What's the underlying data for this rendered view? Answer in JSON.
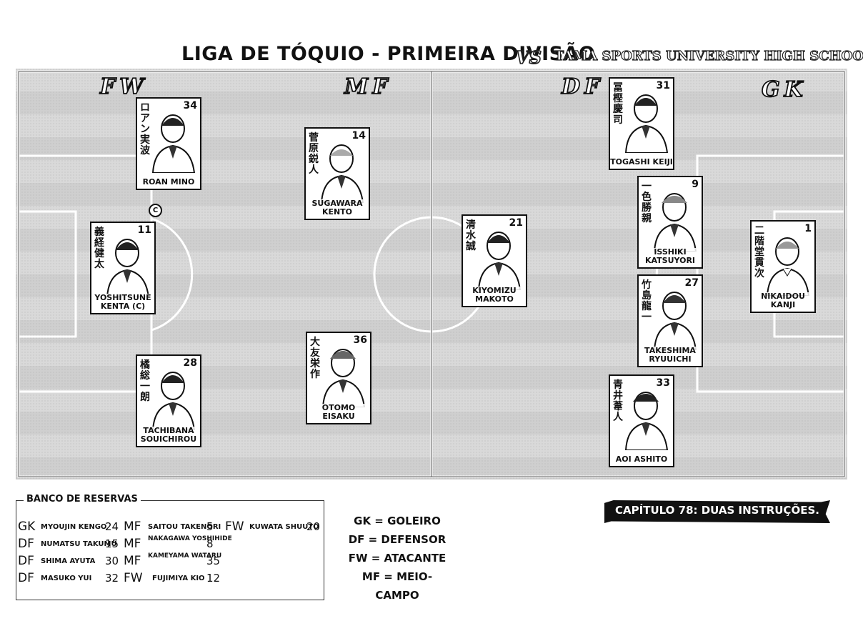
{
  "header": {
    "title": "LIGA DE TÓQUIO - PRIMEIRA DIVISÃO",
    "vs": "VS",
    "opponent": "TAMA SPORTS UNIVERSITY HIGH SCHOOL"
  },
  "field": {
    "positions": [
      "FW",
      "MF",
      "DF",
      "GK"
    ],
    "players": [
      {
        "number": "34",
        "kanji": "ロアン実波",
        "name": "ROAN MINO"
      },
      {
        "number": "11",
        "kanji": "義経健太",
        "name": "YOSHITSUNE KENTA (C)"
      },
      {
        "number": "28",
        "kanji": "橘総一朗",
        "name": "TACHIBANA SOUICHIROU"
      },
      {
        "number": "14",
        "kanji": "菅原鋭人",
        "name": "SUGAWARA KENTO"
      },
      {
        "number": "36",
        "kanji": "大友栄作",
        "name": "OTOMO EISAKU"
      },
      {
        "number": "21",
        "kanji": "清水誠",
        "name": "KIYOMIZU MAKOTO"
      },
      {
        "number": "31",
        "kanji": "冨樫慶司",
        "name": "TOGASHI KEIJI"
      },
      {
        "number": "9",
        "kanji": "一色勝親",
        "name": "ISSHIKI KATSUYORI"
      },
      {
        "number": "27",
        "kanji": "竹島龍一",
        "name": "TAKESHIMA RYUUICHI"
      },
      {
        "number": "33",
        "kanji": "青井葦人",
        "name": "AOI ASHITO"
      },
      {
        "number": "1",
        "kanji": "二階堂貫次",
        "name": "NIKAIDOU KANJI"
      }
    ],
    "captain_mark": "C"
  },
  "bench": {
    "title": "BANCO DE RESERVAS",
    "rows": [
      [
        {
          "pos": "GK",
          "name": "MYOUJIN KENGO",
          "num": "24"
        },
        {
          "pos": "MF",
          "name": "SAITOU TAKENORI",
          "num": "5"
        },
        {
          "pos": "FW",
          "name": "KUWATA SHUUTO",
          "num": "20"
        }
      ],
      [
        {
          "pos": "DF",
          "name": "NUMATSU TAKUMU",
          "num": "15"
        },
        {
          "pos": "MF",
          "name": "NAKAGAWA YOSHIHIDE",
          "num": "8"
        }
      ],
      [
        {
          "pos": "DF",
          "name": "SHIMA AYUTA",
          "num": "30"
        },
        {
          "pos": "MF",
          "name": "KAMEYAMA WATARU",
          "num": "35"
        }
      ],
      [
        {
          "pos": "DF",
          "name": "MASUKO YUI",
          "num": "32"
        },
        {
          "pos": "FW",
          "name": "FUJIMIYA KIO",
          "num": "12"
        }
      ]
    ]
  },
  "legend": [
    "GK = GOLEIRO",
    "DF = DEFENSOR",
    "FW = ATACANTE",
    "MF = MEIO-CAMPO"
  ],
  "chapter": "CAPÍTULO 78: DUAS INSTRUÇÕES."
}
